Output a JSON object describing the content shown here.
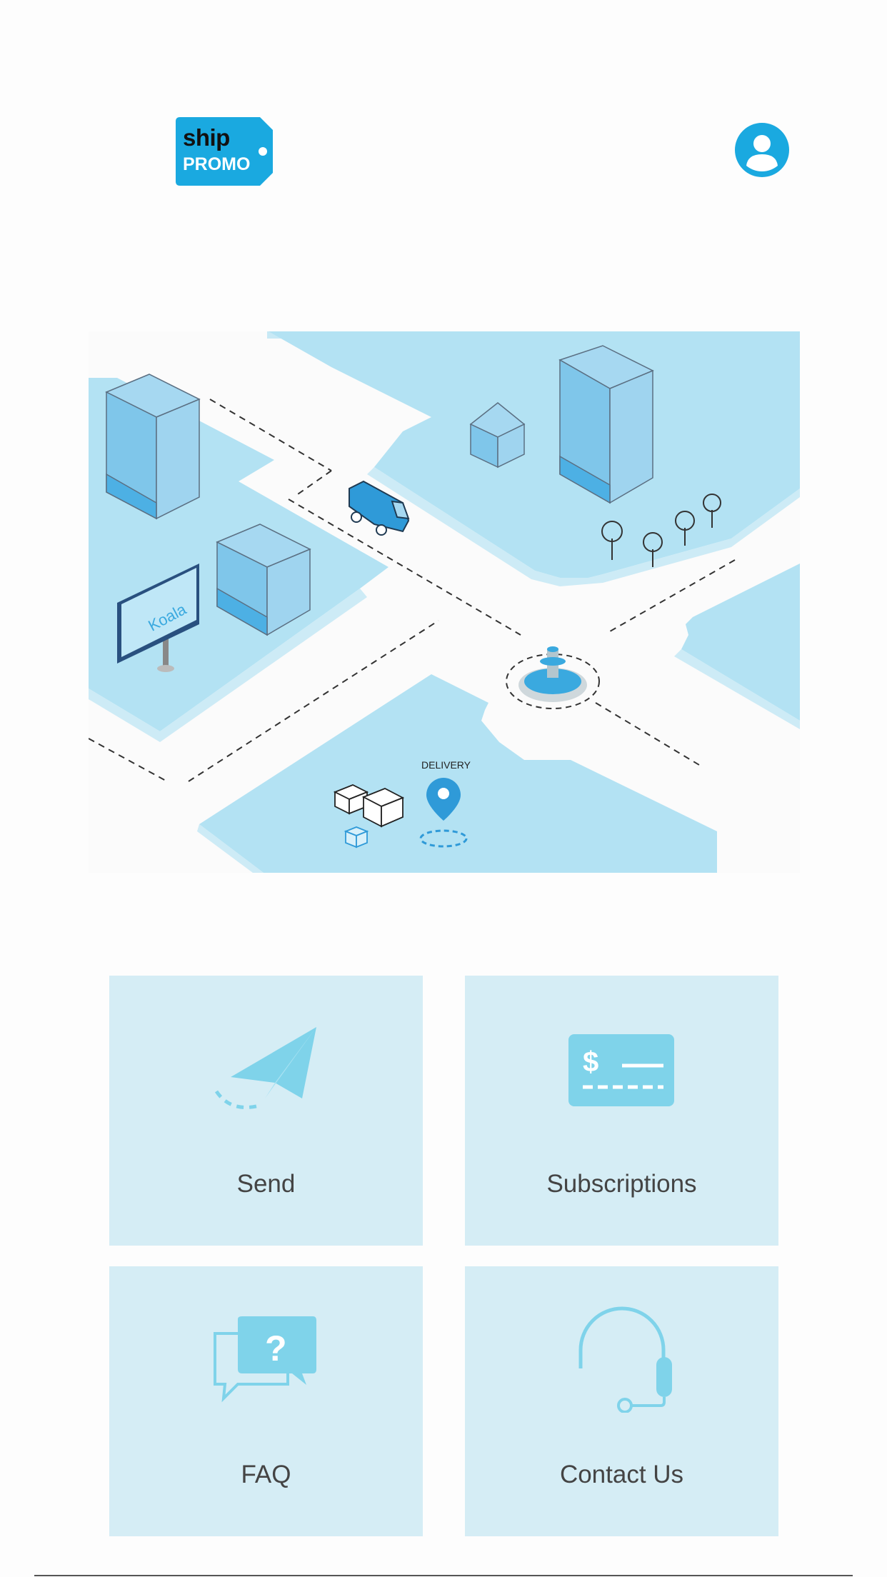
{
  "header": {
    "logo": {
      "line1": "ship",
      "line2": "PROMO",
      "color": "#1aa9e0"
    },
    "avatar_icon": "user-avatar-icon"
  },
  "hero": {
    "billboard_text": "Koala",
    "delivery_label": "DELIVERY"
  },
  "tiles": [
    {
      "label": "Send",
      "icon": "paper-plane-icon"
    },
    {
      "label": "Subscriptions",
      "icon": "dollar-card-icon"
    },
    {
      "label": "FAQ",
      "icon": "question-chat-icon"
    },
    {
      "label": "Contact Us",
      "icon": "headset-icon"
    }
  ],
  "colors": {
    "brand": "#1aa9e0",
    "tile_bg": "#d5edf5",
    "icon_accent": "#7fd3ea",
    "text": "#444444"
  }
}
